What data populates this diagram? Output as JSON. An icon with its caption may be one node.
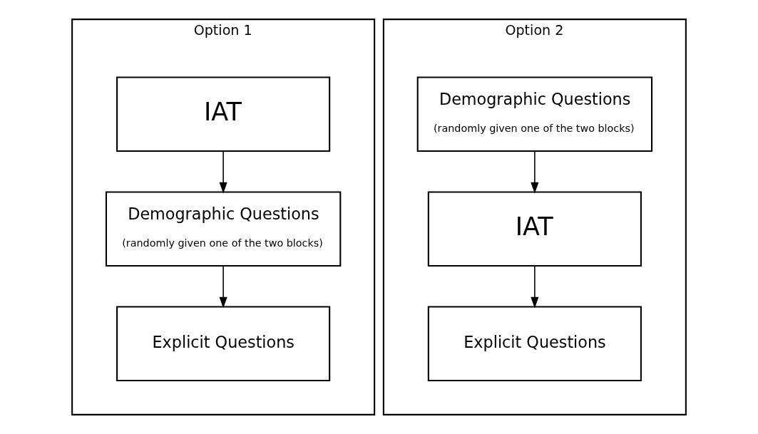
{
  "diagram": {
    "nodes": [
      {
        "text": [
          "Option 1"
        ]
      },
      {
        "text": [
          "IAT"
        ],
        "in": 0
      },
      {
        "text": [
          "Demographic Questions",
          "(randomly given one of the two blocks)"
        ],
        "in": 0
      },
      {
        "text": [
          "Explicit Questions"
        ],
        "in": 0
      },
      {
        "text": [
          "Option 2"
        ]
      },
      {
        "text": [
          "Demographic Questions",
          "(randomly given one of the two blocks)"
        ],
        "in": 4
      },
      {
        "text": [
          "IAT"
        ],
        "in": 4
      },
      {
        "text": [
          "Explicit Questions"
        ],
        "in": 4
      }
    ],
    "edges": [
      {
        "from": 1,
        "to": 2,
        "arrow": "to"
      },
      {
        "from": 2,
        "to": 3,
        "arrow": "to"
      },
      {
        "from": 5,
        "to": 6,
        "arrow": "to"
      },
      {
        "from": 6,
        "to": 7,
        "arrow": "to"
      }
    ]
  }
}
